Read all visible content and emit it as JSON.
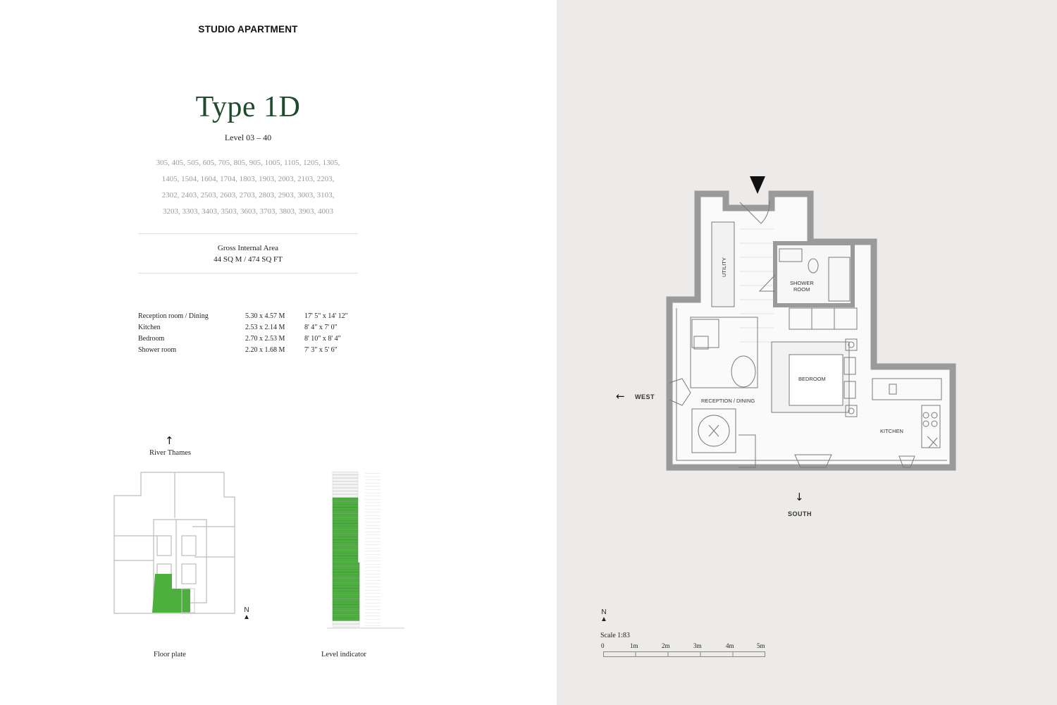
{
  "header": {
    "label": "STUDIO APARTMENT"
  },
  "unit": {
    "type": "Type 1D",
    "level_range": "Level 03 – 40",
    "unit_number_lines": [
      "305, 405, 505, 605, 705, 805, 905, 1005, 1105, 1205, 1305,",
      "1405, 1504, 1604, 1704, 1803, 1903, 2003, 2103, 2203,",
      "2302, 2403, 2503, 2603, 2703, 2803, 2903, 3003, 3103,",
      "3203, 3303, 3403, 3503, 3603, 3703, 3803, 3903, 4003"
    ],
    "gia_label": "Gross Internal Area",
    "gia_value": "44 SQ M / 474 SQ FT"
  },
  "rooms": [
    {
      "name": "Reception room / Dining",
      "metric": "5.30 x 4.57 M",
      "imperial": "17' 5\" x 14' 12\""
    },
    {
      "name": "Kitchen",
      "metric": "2.53 x 2.14 M",
      "imperial": "8' 4\" x 7' 0\""
    },
    {
      "name": "Bedroom",
      "metric": "2.70 x 2.53 M",
      "imperial": "8' 10\" x 8' 4\""
    },
    {
      "name": "Shower room",
      "metric": "2.20 x 1.68 M",
      "imperial": "7' 3\" x 5' 6\""
    }
  ],
  "floor_plate": {
    "orientation_label": "River Thames",
    "caption": "Floor plate",
    "north": "N"
  },
  "level_indicator": {
    "caption": "Level indicator"
  },
  "plan": {
    "room_labels": {
      "utility": "UTILITY",
      "shower_line1": "SHOWER",
      "shower_line2": "ROOM",
      "bedroom": "BEDROOM",
      "reception": "RECEPTION / DINING",
      "kitchen": "KITCHEN"
    },
    "west": "WEST",
    "south": "SOUTH",
    "north": "N",
    "scale_title": "Scale 1:83",
    "scale_ticks": [
      "0",
      "1m",
      "2m",
      "3m",
      "4m",
      "5m"
    ]
  },
  "colors": {
    "accent_green": "#1f4a2b",
    "highlight_green": "#4caf3e",
    "panel_grey": "#ecebe9"
  }
}
